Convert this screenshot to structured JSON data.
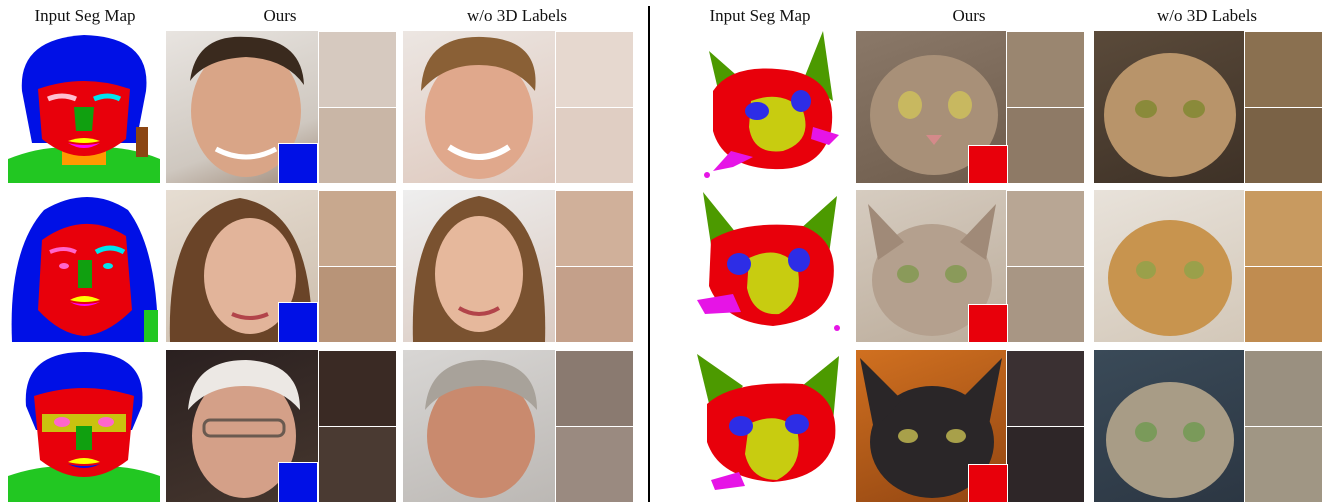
{
  "headers": {
    "left": {
      "seg": "Input Seg Map",
      "ours": "Ours",
      "wo": "w/o 3D Labels"
    },
    "right": {
      "seg": "Input Seg Map",
      "ours": "Ours",
      "wo": "w/o 3D Labels"
    }
  },
  "seg_colors": {
    "face_skin": "#e8000b",
    "hair": "#0010e6",
    "neck": "#ff9a00",
    "cloth": "#22c722",
    "ear": "#8b4513",
    "nose": "#10a010",
    "lip_upper": "#ffff00",
    "lip_lower": "#ff00ff",
    "brow": "#00e5ee",
    "cat_ear": "#4c9a00",
    "cat_eye": "#2d2de6",
    "cat_muzzle": "#c8cc10",
    "cat_whisker": "#e614e6"
  },
  "rows": [
    {
      "subject": "young man"
    },
    {
      "subject": "woman"
    },
    {
      "subject": "older man with glasses"
    }
  ]
}
